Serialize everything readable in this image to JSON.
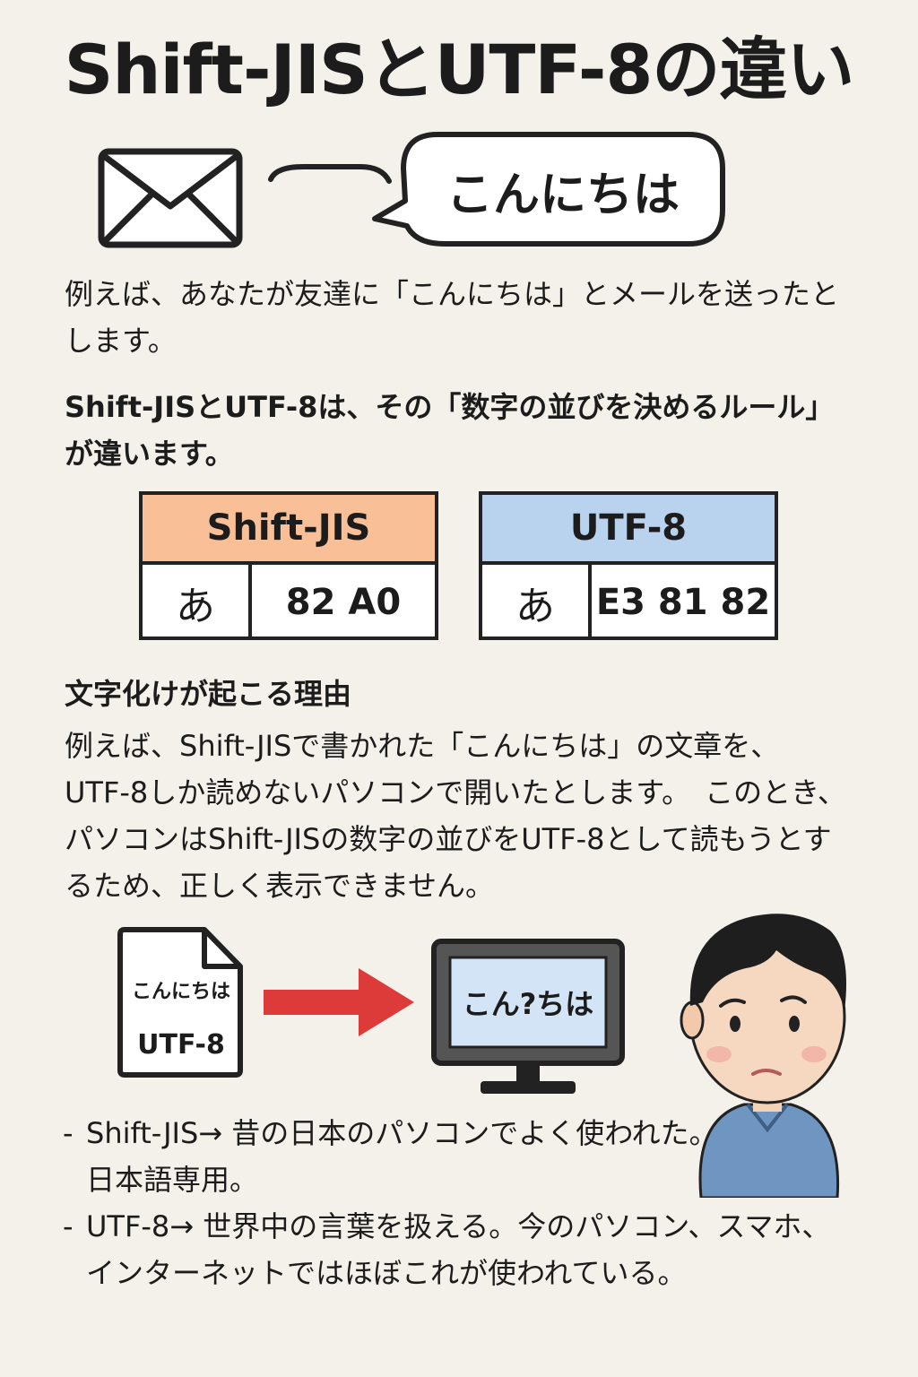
{
  "title": "Shift-JISとUTF-8の違い",
  "bubble": {
    "text": "こんにちは"
  },
  "intro": {
    "line1": "例えば、あなたが友達に「こんにちは」とメールを送ったと",
    "line2": "します。"
  },
  "rule": {
    "line1": "Shift-JISとUTF-8は、その「数字の並びを決めるルール」",
    "line2": "が違います。"
  },
  "encodings": {
    "sjis": {
      "name": "Shift-JIS",
      "char": "あ",
      "code": "82 A0",
      "color": "#f9bf97"
    },
    "utf8": {
      "name": "UTF-8",
      "char": "あ",
      "code": "E3 81 82",
      "color": "#b9d3ef"
    }
  },
  "reason": {
    "heading": "文字化けが起こる理由",
    "line1": "例えば、Shift-JISで書かれた「こんにちは」の文章を、",
    "line2": "UTF-8しか読めないパソコンで開いたとします。　このとき、",
    "line3": "パソコンはShift-JISの数字の並びをUTF-8として読もうとす",
    "line4": "るため、正しく表示できません。"
  },
  "illustration": {
    "file_line1": "こんにちは",
    "file_line2": "UTF-8",
    "screen_text": "こん?ちは",
    "arrow_color": "#dd3a3a",
    "icons": [
      "mail-icon",
      "file-icon",
      "arrow-right-icon",
      "monitor-icon",
      "person-illustration"
    ]
  },
  "bullets": [
    {
      "dash": "-",
      "line1": "Shift-JIS→ 昔の日本のパソコンでよく使われた。",
      "line2": "日本語専用。"
    },
    {
      "dash": "-",
      "line1": "UTF-8→ 世界中の言葉を扱える。今のパソコン、スマホ、",
      "line2": "インターネットではほぼこれが使われている。"
    }
  ]
}
